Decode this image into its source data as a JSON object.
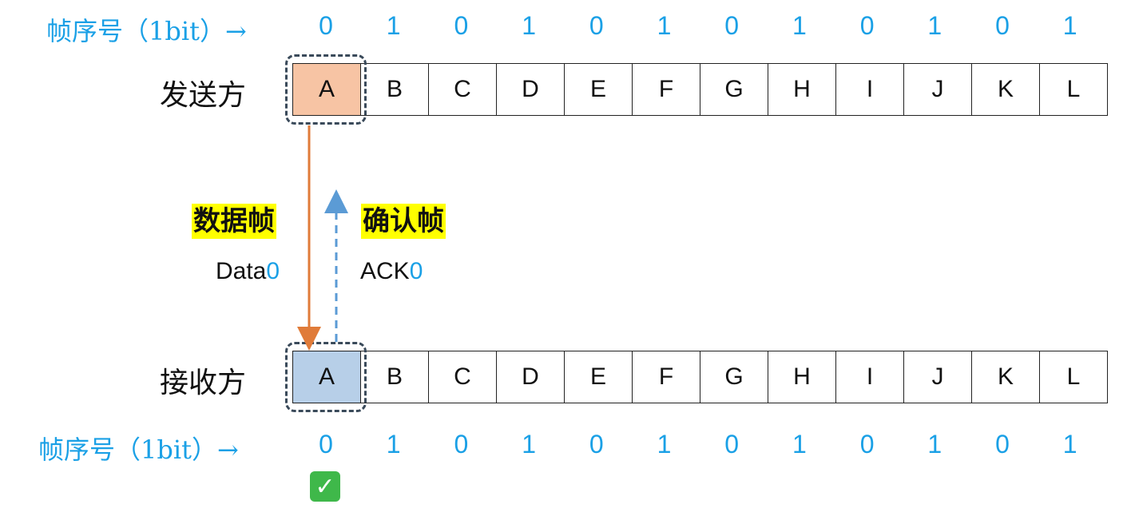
{
  "top_seq": {
    "label": "帧序号（1bit）→",
    "values": [
      "0",
      "1",
      "0",
      "1",
      "0",
      "1",
      "0",
      "1",
      "0",
      "1",
      "0",
      "1"
    ]
  },
  "bottom_seq": {
    "label": "帧序号（1bit）→",
    "values": [
      "0",
      "1",
      "0",
      "1",
      "0",
      "1",
      "0",
      "1",
      "0",
      "1",
      "0",
      "1"
    ]
  },
  "sender": {
    "label": "发送方",
    "frames": [
      "A",
      "B",
      "C",
      "D",
      "E",
      "F",
      "G",
      "H",
      "I",
      "J",
      "K",
      "L"
    ]
  },
  "receiver": {
    "label": "接收方",
    "frames": [
      "A",
      "B",
      "C",
      "D",
      "E",
      "F",
      "G",
      "H",
      "I",
      "J",
      "K",
      "L"
    ]
  },
  "data_frame": {
    "name": "数据帧",
    "id_prefix": "Data",
    "id_num": "0"
  },
  "ack_frame": {
    "name": "确认帧",
    "id_prefix": "ACK",
    "id_num": "0"
  },
  "colors": {
    "accent": "#1aa0e6",
    "sender_highlight": "#f7c4a4",
    "receiver_highlight": "#b7cfe8",
    "data_arrow": "#e07b39",
    "ack_arrow": "#5b9bd5",
    "label_highlight": "#ffff00",
    "ok_check": "#3fb84a"
  },
  "status_icon": "check-mark-icon"
}
